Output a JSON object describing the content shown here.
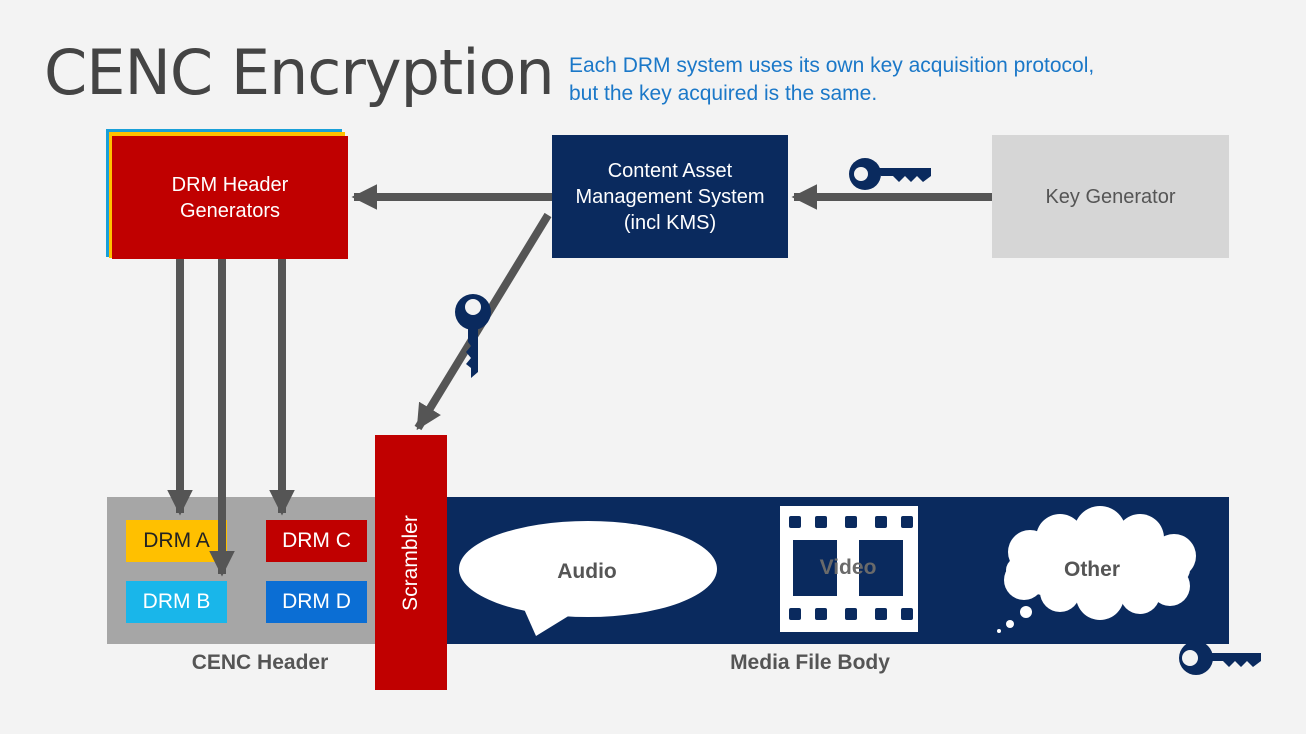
{
  "title": "CENC Encryption",
  "note": "Each DRM system uses its own key acquisition protocol,\nbut the key acquired is the same.",
  "boxes": {
    "drm_header_generators": "DRM Header\nGenerators",
    "cams": "Content Asset\nManagement System\n(incl KMS)",
    "key_generator": "Key Generator"
  },
  "drm": {
    "a": "DRM A",
    "b": "DRM B",
    "c": "DRM C",
    "d": "DRM D"
  },
  "scrambler": "Scrambler",
  "media": {
    "audio": "Audio",
    "video": "Video",
    "other": "Other"
  },
  "labels": {
    "cenc_header": "CENC Header",
    "media_body": "Media File Body"
  },
  "colors": {
    "red": "#c00000",
    "navy": "#0a2a5e",
    "grey": "#a6a6a6",
    "accent_blue": "#1b78c8",
    "arrow": "#555555"
  },
  "icons": [
    "key-icon",
    "speech-bubble-icon",
    "film-strip-icon",
    "thought-cloud-icon"
  ]
}
